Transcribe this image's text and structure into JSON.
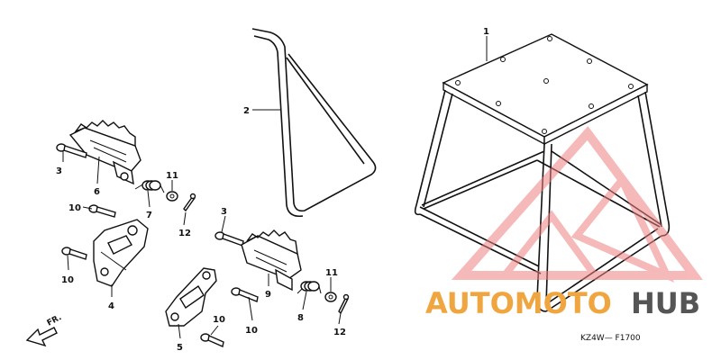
{
  "diagram": {
    "callouts": [
      {
        "id": "p1",
        "label": "1"
      },
      {
        "id": "p2",
        "label": "2"
      },
      {
        "id": "p3a",
        "label": "3"
      },
      {
        "id": "p3b",
        "label": "3"
      },
      {
        "id": "p4",
        "label": "4"
      },
      {
        "id": "p5",
        "label": "5"
      },
      {
        "id": "p6",
        "label": "6"
      },
      {
        "id": "p7",
        "label": "7"
      },
      {
        "id": "p8",
        "label": "8"
      },
      {
        "id": "p9",
        "label": "9"
      },
      {
        "id": "p10a",
        "label": "10"
      },
      {
        "id": "p10b",
        "label": "10"
      },
      {
        "id": "p10c",
        "label": "10"
      },
      {
        "id": "p10d",
        "label": "10"
      },
      {
        "id": "p11a",
        "label": "11"
      },
      {
        "id": "p11b",
        "label": "11"
      },
      {
        "id": "p12a",
        "label": "12"
      },
      {
        "id": "p12b",
        "label": "12"
      }
    ],
    "direction_label": "FR.",
    "figure_code": "KZ4W— F1700"
  },
  "watermark": {
    "text_primary": "AUTOMOTO",
    "text_secondary": "HUB",
    "color_primary": "#f0a640",
    "color_secondary": "#555555",
    "logo_color": "#f08080"
  }
}
